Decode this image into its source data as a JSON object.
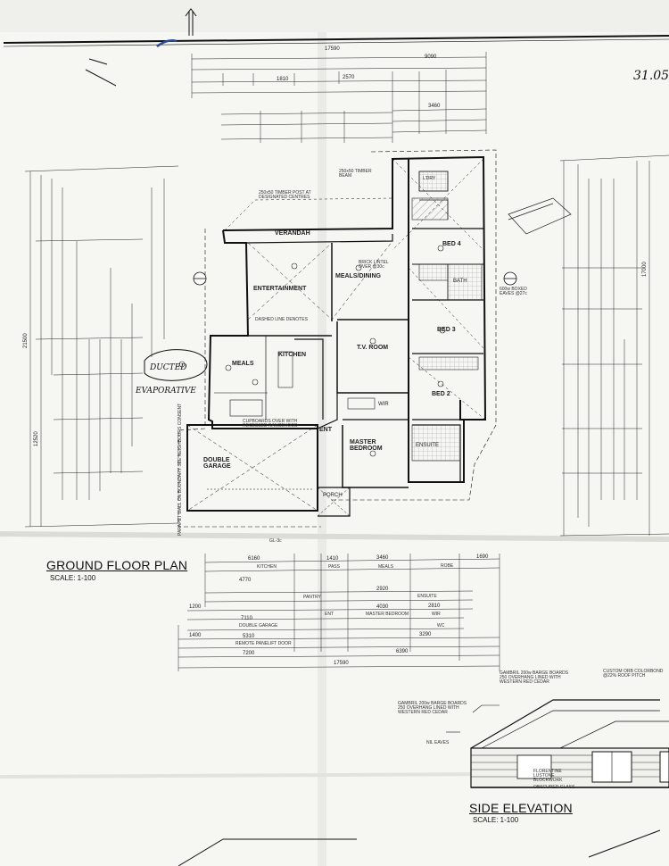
{
  "titles": {
    "ground_floor_plan": "GROUND FLOOR PLAN",
    "ground_scale": "SCALE: 1-100",
    "side_elevation": "SIDE ELEVATION",
    "side_scale": "SCALE: 1-100"
  },
  "handwriting": {
    "date": "31.05",
    "ducted": "DUCTED",
    "evaporative": "EVAPORATIVE"
  },
  "rooms": {
    "verandah": "VERANDAH",
    "entertainment": "ENTERTAINMENT",
    "meals_dining": "MEALS/DINING",
    "meals": "MEALS",
    "kitchen": "KITCHEN",
    "tv_room": "T.V. ROOM",
    "bed4": "BED 4",
    "bed3": "BED 3",
    "bed2": "BED 2",
    "bath": "BATH",
    "lndry": "L'DRY",
    "wir": "WIR",
    "ensuite": "ENSUITE",
    "master_bedroom": "MASTER BEDROOM",
    "ent": "ENT",
    "double_garage": "DOUBLE GARAGE",
    "porch": "PORCH"
  },
  "notes": {
    "timber_beam_1": "250x50 TIMBER BEAM",
    "timber_beam_2": "250x50 TIMBER POST AT DESIGNATED CENTRES",
    "brick_lintel": "BRICK LINTEL OVER @30c",
    "eaves_boxed": "600w BOXED EAVES @27c",
    "dashed_line": "DASHED LINE DENOTES",
    "cupboards": "CUPBOARDS OVER WITH RECESSED RANGEHOOD",
    "parapet_wall": "PARAPET WALL ON BOUNDARY SEE NEIGHBOURS CONSENT",
    "remote_door": "REMOTE PANELIFT DOOR",
    "nil_eaves": "NIL EAVES",
    "gambril_1": "GAMBRIL 200w BARGE BOARDS 250 OVERHANG LINED WITH WESTERN RED CEDAR",
    "gambril_2": "GAMBRIL 200w BARGE BOARDS 250 OVERHANG LINED WITH WESTERN RED CEDAR",
    "colorbond": "CUSTOM ORB COLORBOND @22% ROOF PITCH",
    "lustone": "FLORENTINE LUSTONE BLOCKWORK",
    "obscured": "OBSCURED GLASS",
    "gl": "GL-3c"
  },
  "dimensions": {
    "top_total": "17590",
    "bottom_total": "17590",
    "top_9090": "9090",
    "dim_2570": "2570",
    "dim_1810": "1810",
    "dim_3460": "3460",
    "dim_6160": "6160",
    "dim_4770": "4770",
    "dim_7110": "7110",
    "dim_5310": "5310",
    "dim_7200": "7200",
    "dim_6390": "6390",
    "dim_1410": "1410",
    "dim_1690": "1690",
    "dim_2920": "2920",
    "dim_4030": "4030",
    "dim_2810": "2810",
    "dim_3290": "3290",
    "dim_1400": "1400",
    "dim_1200": "1200",
    "left_21500": "21500",
    "left_12520": "12520",
    "right_17000": "17000"
  },
  "bottom_labels": {
    "kitchen": "KITCHEN",
    "pass": "PASS",
    "meals": "MEALS",
    "robe": "ROBE",
    "pantry": "PANTRY",
    "master_bedroom": "MASTER BEDROOM",
    "double_garage": "DOUBLE GARAGE",
    "ensuite": "ENSUITE",
    "wir": "WIR",
    "ent": "ENT",
    "wc": "WC"
  }
}
